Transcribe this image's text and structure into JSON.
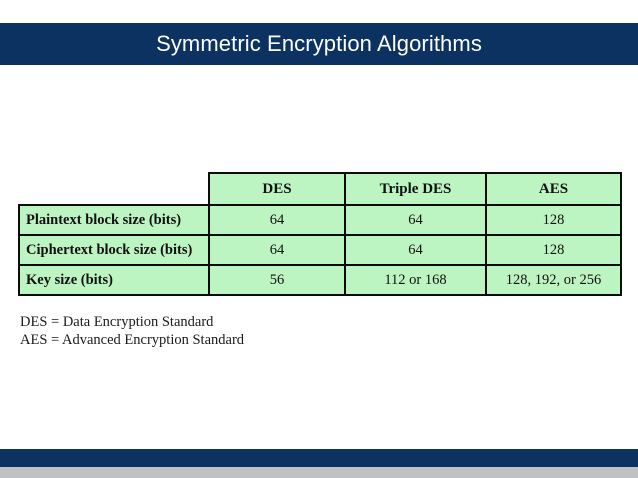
{
  "slide": {
    "title": "Symmetric Encryption Algorithms",
    "colors": {
      "banner": "#0b3261",
      "table_fill": "#bdf5c2",
      "table_border": "#0c0c0c",
      "footer_strip": "#bfc1c3",
      "title_text": "#ffffff"
    }
  },
  "table": {
    "corner_label": "",
    "columns": [
      "DES",
      "Triple DES",
      "AES"
    ],
    "rows": [
      {
        "label": "Plaintext block size (bits)",
        "values": [
          "64",
          "64",
          "128"
        ]
      },
      {
        "label": "Ciphertext block size (bits)",
        "values": [
          "64",
          "64",
          "128"
        ]
      },
      {
        "label": "Key size (bits)",
        "values": [
          "56",
          "112 or 168",
          "128, 192, or 256"
        ]
      }
    ]
  },
  "legend": [
    "DES = Data Encryption Standard",
    "AES = Advanced Encryption Standard"
  ]
}
